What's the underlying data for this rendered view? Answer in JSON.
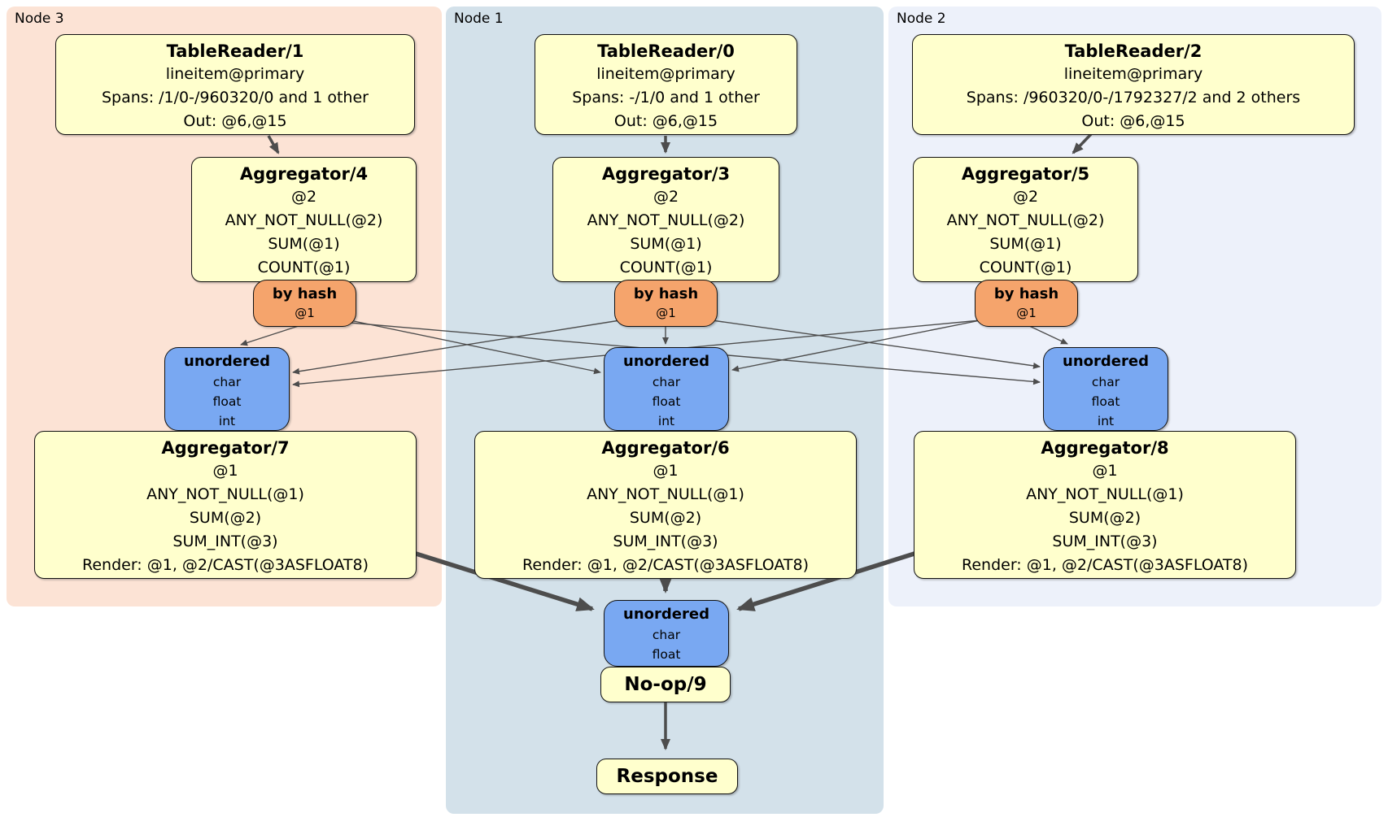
{
  "regions": [
    {
      "id": "node3",
      "label": "Node 3"
    },
    {
      "id": "node1",
      "label": "Node 1"
    },
    {
      "id": "node2",
      "label": "Node 2"
    }
  ],
  "boxes": {
    "tr1": {
      "title": "TableReader/1",
      "lines": [
        "lineitem@primary",
        "Spans: /1/0-/960320/0 and 1 other",
        "Out: @6,@15"
      ]
    },
    "tr0": {
      "title": "TableReader/0",
      "lines": [
        "lineitem@primary",
        "Spans: -/1/0 and 1 other",
        "Out: @6,@15"
      ]
    },
    "tr2": {
      "title": "TableReader/2",
      "lines": [
        "lineitem@primary",
        "Spans: /960320/0-/1792327/2 and 2 others",
        "Out: @6,@15"
      ]
    },
    "agg4": {
      "title": "Aggregator/4",
      "lines": [
        "@2",
        "ANY_NOT_NULL(@2)",
        "SUM(@1)",
        "COUNT(@1)"
      ]
    },
    "agg3": {
      "title": "Aggregator/3",
      "lines": [
        "@2",
        "ANY_NOT_NULL(@2)",
        "SUM(@1)",
        "COUNT(@1)"
      ]
    },
    "agg5": {
      "title": "Aggregator/5",
      "lines": [
        "@2",
        "ANY_NOT_NULL(@2)",
        "SUM(@1)",
        "COUNT(@1)"
      ]
    },
    "agg7": {
      "title": "Aggregator/7",
      "lines": [
        "@1",
        "ANY_NOT_NULL(@1)",
        "SUM(@2)",
        "SUM_INT(@3)",
        "Render: @1, @2/CAST(@3ASFLOAT8)"
      ]
    },
    "agg6": {
      "title": "Aggregator/6",
      "lines": [
        "@1",
        "ANY_NOT_NULL(@1)",
        "SUM(@2)",
        "SUM_INT(@3)",
        "Render: @1, @2/CAST(@3ASFLOAT8)"
      ]
    },
    "agg8": {
      "title": "Aggregator/8",
      "lines": [
        "@1",
        "ANY_NOT_NULL(@1)",
        "SUM(@2)",
        "SUM_INT(@3)",
        "Render: @1, @2/CAST(@3ASFLOAT8)"
      ]
    },
    "byhash3": {
      "title": "by hash",
      "lines": [
        "@1"
      ]
    },
    "byhash1": {
      "title": "by hash",
      "lines": [
        "@1"
      ]
    },
    "byhash2": {
      "title": "by hash",
      "lines": [
        "@1"
      ]
    },
    "sync3": {
      "title": "unordered",
      "lines": [
        "char",
        "float",
        "int"
      ]
    },
    "sync1": {
      "title": "unordered",
      "lines": [
        "char",
        "float",
        "int"
      ]
    },
    "sync2": {
      "title": "unordered",
      "lines": [
        "char",
        "float",
        "int"
      ]
    },
    "syncFinal": {
      "title": "unordered",
      "lines": [
        "char",
        "float"
      ]
    },
    "noop": {
      "title": "No-op/9"
    },
    "response": {
      "title": "Response"
    }
  },
  "colors": {
    "node3_bg": "#fce3d5",
    "node1_bg": "#d3e1ea",
    "node2_bg": "#edf1fa",
    "processor_bg": "#ffffcd",
    "router_bg": "#f5a46c",
    "sync_bg": "#79a8f2",
    "edge": "#4d4d4d"
  }
}
